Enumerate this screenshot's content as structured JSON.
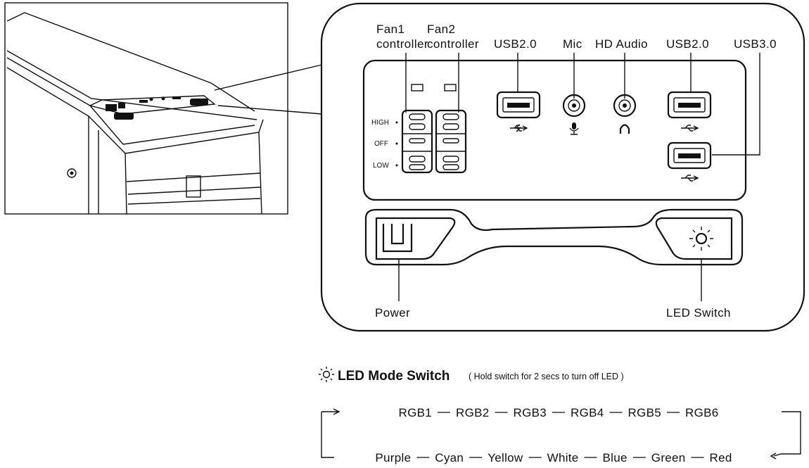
{
  "panel": {
    "top_labels": [
      {
        "id": "fan1",
        "lines": [
          "Fan1",
          "controller"
        ]
      },
      {
        "id": "fan2",
        "lines": [
          "Fan2",
          "controller"
        ]
      },
      {
        "id": "usb-left",
        "lines": [
          "USB2.0"
        ]
      },
      {
        "id": "mic",
        "lines": [
          "Mic"
        ]
      },
      {
        "id": "hd-audio",
        "lines": [
          "HD Audio"
        ]
      },
      {
        "id": "usb-right",
        "lines": [
          "USB2.0"
        ]
      },
      {
        "id": "usb3",
        "lines": [
          "USB3.0"
        ]
      }
    ],
    "fan_positions": [
      "HIGH",
      "OFF",
      "LOW"
    ],
    "power_label": "Power",
    "led_switch_label": "LED Switch"
  },
  "led_mode": {
    "title": "LED Mode Switch",
    "note": "( Hold switch for 2 secs to turn off LED )",
    "rgb_sequence": [
      "RGB1",
      "RGB2",
      "RGB3",
      "RGB4",
      "RGB5",
      "RGB6"
    ],
    "color_sequence": [
      "Purple",
      "Cyan",
      "Yellow",
      "White",
      "Blue",
      "Green",
      "Red"
    ],
    "separator": "—",
    "icon": "sun-icon"
  },
  "icons": {
    "usb": "usb-icon",
    "mic": "microphone-icon",
    "headphone": "headphone-icon",
    "power": "power-icon",
    "led": "sun-icon"
  }
}
